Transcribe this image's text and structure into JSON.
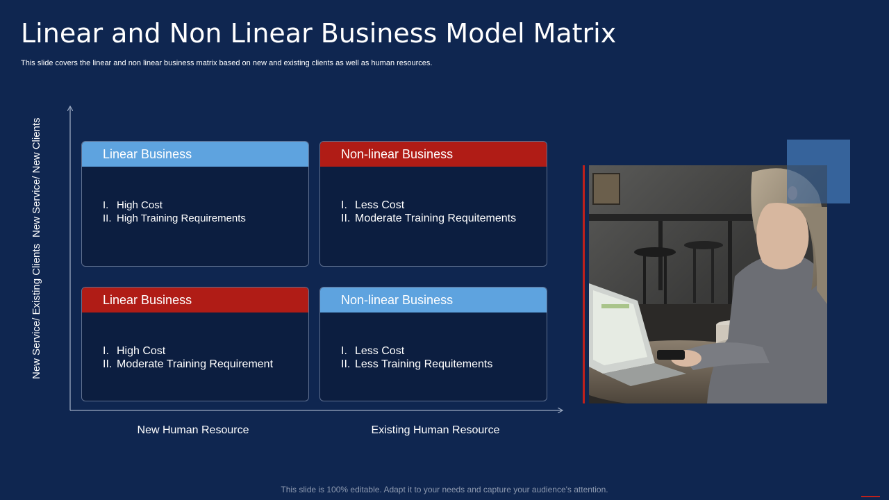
{
  "header": {
    "title": "Linear and Non Linear Business Model Matrix",
    "subtitle": "This slide covers the linear and non linear business matrix based on new and existing clients as well as human resources."
  },
  "axes": {
    "y_top": "New Service/ New Clients",
    "y_bottom": "New Service/ Existing Clients",
    "x_left": "New Human Resource",
    "x_right": "Existing Human Resource"
  },
  "quadrants": [
    {
      "heading": "Linear Business",
      "header_color": "#5ea3df",
      "items": [
        {
          "num": "I.",
          "text": "High Cost"
        },
        {
          "num": "II.",
          "text": "High Training Requirements"
        }
      ]
    },
    {
      "heading": "Non-linear Business",
      "header_color": "#b01c16",
      "items": [
        {
          "num": "I.",
          "text": "Less Cost"
        },
        {
          "num": "II.",
          "text": "Moderate Training Requitements"
        }
      ]
    },
    {
      "heading": "Linear Business",
      "header_color": "#b01c16",
      "items": [
        {
          "num": "I.",
          "text": "High Cost"
        },
        {
          "num": "II.",
          "text": "Moderate Training Requirement"
        }
      ]
    },
    {
      "heading": "Non-linear Business",
      "header_color": "#5ea3df",
      "items": [
        {
          "num": "I.",
          "text": "Less Cost"
        },
        {
          "num": "II.",
          "text": "Less Training Requitements"
        }
      ]
    }
  ],
  "photo": {
    "icon": "woman-with-laptop-photo"
  },
  "footer": {
    "text": "This slide is 100% editable. Adapt it to your needs and capture your audience's attention."
  },
  "colors": {
    "background": "#0f2650",
    "accent_blue": "#5ea3df",
    "accent_red": "#b01c16",
    "card_fill": "#0c1e40"
  }
}
